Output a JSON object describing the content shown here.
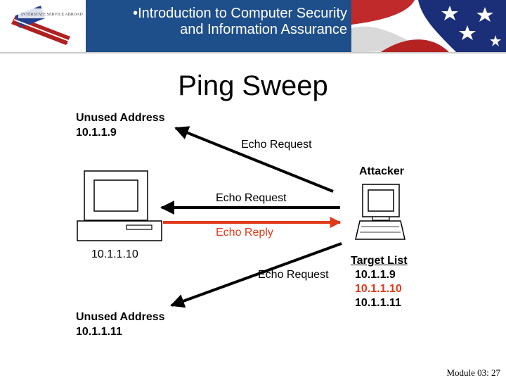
{
  "header": {
    "title_line1": "•Introduction to Computer Security",
    "title_line2": "and Information Assurance"
  },
  "slide": {
    "title": "Ping Sweep"
  },
  "diagram": {
    "unused_top": {
      "line1": "Unused Address",
      "line2": "10.1.1.9"
    },
    "unused_bottom": {
      "line1": "Unused Address",
      "line2": "10.1.1.11"
    },
    "host_label": "10.1.1.10",
    "attacker_label": "Attacker",
    "echo_request_top": "Echo Request",
    "echo_request_mid": "Echo Request",
    "echo_reply": "Echo Reply",
    "echo_request_bottom": "Echo Request",
    "target_list": {
      "heading": "Target List",
      "items": [
        "10.1.1.9",
        "10.1.1.10",
        "10.1.1.11"
      ]
    }
  },
  "colors": {
    "header_blue": "#1f4f8a",
    "reply_red": "#e03a1a",
    "arrow_black": "#000000"
  },
  "footer": {
    "page": "Module 03: 27"
  }
}
